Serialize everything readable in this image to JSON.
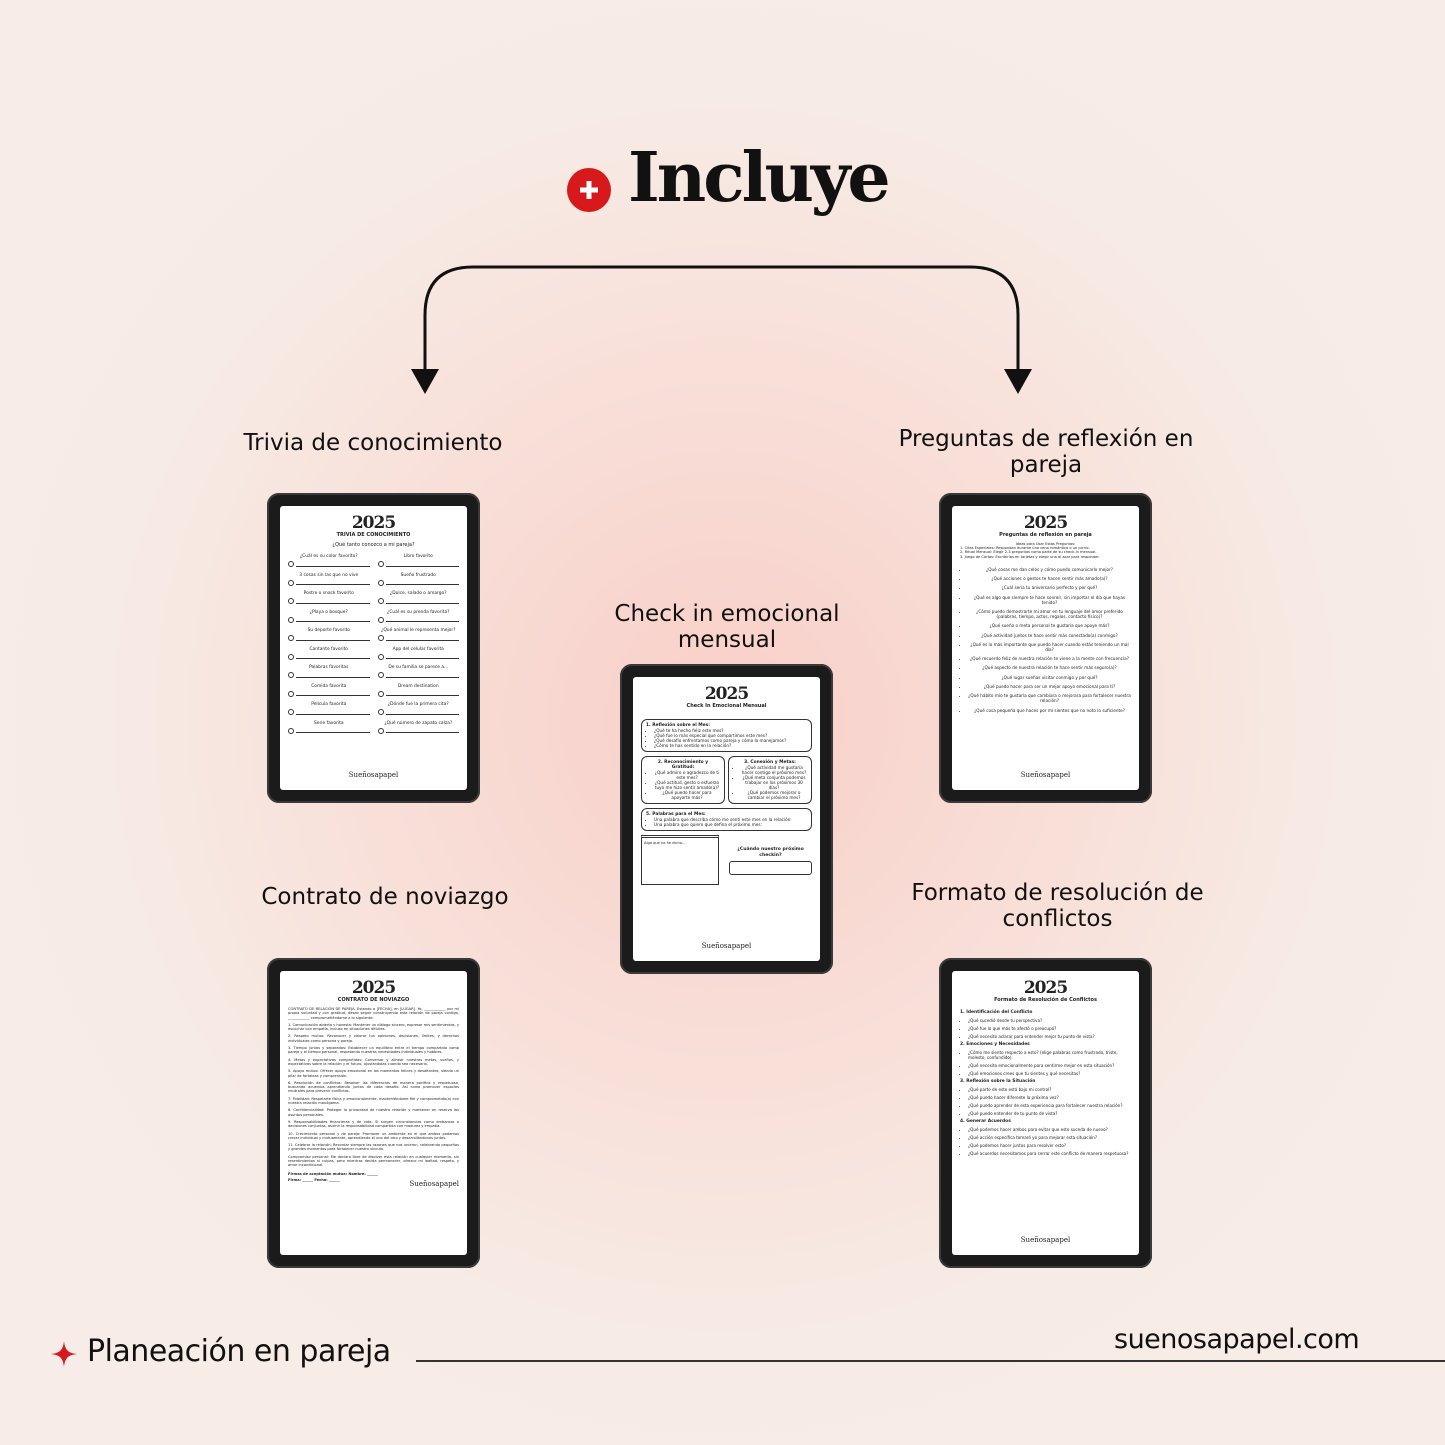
{
  "header": {
    "title": "Incluye",
    "icon": "plus-circle-icon",
    "accent": "#d7191c"
  },
  "sections": {
    "trivia": {
      "title": "Trivia de conocimiento",
      "year": "2025",
      "doc_title": "TRIVIA DE CONOCIMIENTO",
      "subtitle": "¿Qué tanto conozco a mi pareja?",
      "brand": "Sueñosapapel",
      "items": [
        "¿Cuál es su color favorito?",
        "Libro favorito",
        "3 cosas sin las que no vive",
        "Sueño frustrado",
        "Postre o snack favorito",
        "¿Dulce, salado o amargo?",
        "¿Playa o bosque?",
        "¿Cuál es su prenda favorita?",
        "Su deporte favorito",
        "¿Qué animal le representa mejor?",
        "Cantante favorito",
        "App del celular favorita",
        "Palabras favoritas",
        "De su familia se parece a...",
        "Comida favorita",
        "Dream destination",
        "Película favorita",
        "¿Dónde fue la primera cita?",
        "Serie favorita",
        "¿Qué número de zapato calza?"
      ]
    },
    "reflexion": {
      "title": "Preguntas de reflexión en pareja",
      "year": "2025",
      "doc_title": "Preguntas de reflexión en pareja",
      "brand": "Sueñosapapel",
      "intro": [
        "Ideas para Usar Estas Preguntas:",
        "1. Citas Especiales: Respondan durante una cena romántica o un picnic.",
        "2. Ritual Mensual: Elegir 2-3 preguntas como parte de su check-in mensual.",
        "3. Juego de Cartas: Escribirlas en tarjetas y elegir una al azar para responder."
      ],
      "questions": [
        "¿Qué cosas me dan celos y cómo puedo comunicarlo mejor?",
        "¿Qué acciones o gestos te hacen sentir más amado(a)?",
        "¿Cuál sería tu aniversario perfecto y por qué?",
        "¿Qué es algo que siempre te hace sonreír, sin importar el día que hayas tenido?",
        "¿Cómo puedo demostrarte mi amor en tu lenguaje del amor preferido (palabras, tiempo, actos, regalos, contacto físico)?",
        "¿Qué sueño o meta personal te gustaría que apoye más?",
        "¿Qué actividad juntos te hace sentir más conectado(a) conmigo?",
        "¿Qué es lo más importante que puedo hacer cuando estás teniendo un mal día?",
        "¿Qué recuerdo feliz de nuestra relación te viene a la mente con frecuencia?",
        "¿Qué aspecto de nuestra relación te hace sentir más seguro(a)?",
        "¿Qué lugar sueñas visitar conmigo y por qué?",
        "¿Qué puedo hacer para ser un mejor apoyo emocional para ti?",
        "¿Qué hábito mío te gustaría que cambiara o mejorara para fortalecer nuestra relación?",
        "¿Qué cosa pequeña que haces por mí sientes que no noto lo suficiente?"
      ]
    },
    "checkin": {
      "title": "Check in emocional mensual",
      "year": "2025",
      "doc_title": "Check In Emocional Mensual",
      "brand": "Sueñosapapel",
      "box1": {
        "heading": "1. Reflexión sobre el Mes:",
        "items": [
          "¿Qué te ha hecho feliz este mes?",
          "¿Qué fue lo más especial que compartimos este mes?",
          "¿Qué desafío enfrentamos como pareja y cómo lo manejamos?",
          "¿Cómo te has sentido en la relación?"
        ]
      },
      "box2": {
        "heading": "2. Reconocimiento y Gratitud:",
        "items": [
          "¿Qué admiro o agradezco de ti este mes?",
          "¿Qué actitud, gesto o esfuerzo tuyo me hizo sentir amado(a)?",
          "¿Qué puedo hacer para apoyarte más?"
        ]
      },
      "box3": {
        "heading": "3. Conexión y Metas:",
        "items": [
          "¿Qué actividad me gustaría hacer contigo el próximo mes?",
          "¿Qué meta conjunta podemos trabajar en los próximos 30 días?",
          "¿Qué podemos mejorar o cambiar el próximo mes?"
        ]
      },
      "box4": {
        "heading": "5. Palabras para el Mes:",
        "items": [
          "Una palabra que describa cómo me sentí este mes en la relación:",
          "Una palabra que quiero que defina el próximo mes:"
        ]
      },
      "note": "Algo que no he dicho...",
      "next": "¿Cuándo nuestro próximo checkin?"
    },
    "contrato": {
      "title": "Contrato de noviazgo",
      "year": "2025",
      "doc_title": "CONTRATO DE NOVIAZGO",
      "brand": "Sueñosapapel",
      "paragraphs": [
        "CONTRATO DE RELACIÓN DE PAREJA. Estando a [FECHA], en [LUGAR]. Yo, ____________ por mi propia voluntad y con gratitud, deseo seguir construyendo esta relación de pareja contigo, ____________ comprometiéndome a lo siguiente:",
        "1. Comunicación abierta y honesta: Mantener un diálogo sincero, expresar mis sentimientos, y escuchar con empatía, incluso en situaciones difíciles.",
        "2. Respeto mutuo: Reconocer y valorar tus opiniones, decisiones, límites, y derechos individuales como persona y pareja.",
        "3. Tiempo juntos y separados: Establecer un equilibrio entre el tiempo compartido como pareja y el tiempo personal, respetando nuestras necesidades individuales y hobbies.",
        "4. Metas y expectativas compartidas: Conversar y alinear nuestras metas, sueños, y expectativas sobre la relación y el futuro, ajustándolas cuando sea necesario.",
        "5. Apoyo mutuo: Ofrecer apoyo emocional en los momentos felices y desafiantes, siendo un pilar de fortaleza y comprensión.",
        "6. Resolución de conflictos: Resolver las diferencias de manera pacífica y respetuosa, buscando acuerdos aprendiendo juntos de cada desafío. Así como promover espacios neutrales para prevenir conflictos.",
        "7. Fidelidad: Respetarte física y emocionalmente, manteniéndome fiel y comprometido(a) con nuestra relación monógama.",
        "8. Confidencialidad: Proteger la privacidad de nuestra relación y mantener en reserva los asuntos personales.",
        "9. Responsabilidades financieras y de vida: Si surgen circunstancias como embarazo o decisiones conjuntas, asumir la responsabilidad compartida con madurez y empatía.",
        "10. Crecimiento personal y de pareja: Promover un ambiente en el que ambos podamos crecer individual y mutuamente, aprendiendo el uno del otro y desarrollándonos juntos.",
        "11. Celebrar la relación: Recordar siempre las razones que nos unieron, celebrando pequeñas y grandes momentos para fortalecer nuestro vínculo.",
        "Compromiso personal: Me declaro libre de disolver esta relación en cualquier momento, sin resentimientos ni culpas, pero mientras decida permanecer, ofrezco mi lealtad, respeto, y amor incondicional."
      ],
      "signatures": "Firmas de aceptación mutua: Nombre: ______ Firma: ______ Fecha: ______"
    },
    "conflictos": {
      "title": "Formato de resolución de conflictos",
      "year": "2025",
      "doc_title": "Formato de Resolución de Conflictos",
      "brand": "Sueñosapapel",
      "groups": [
        {
          "heading": "1. Identificación del Conflicto",
          "items": [
            "¿Qué sucedió desde tu perspectiva?",
            "¿Qué fue lo que más te afectó o preocupó?",
            "¿Qué necesito aclarar para entender mejor tu punto de vista?"
          ]
        },
        {
          "heading": "2. Emociones y Necesidades",
          "items": [
            "¿Cómo me siento respecto a esto? (elige palabras como frustrado, triste, molesto, confundido).",
            "¿Qué necesito emocionalmente para sentirme mejor en esta situación?",
            "¿Qué emociones crees que tú sientes y qué necesitas?"
          ]
        },
        {
          "heading": "3. Reflexión sobre la Situación",
          "items": [
            "¿Qué parte de esto está bajo mi control?",
            "¿Qué puedo hacer diferente la próxima vez?",
            "¿Qué puedo aprender de esta experiencia para fortalecer nuestra relación?",
            "¿Qué puedo entender de tu punto de vista?"
          ]
        },
        {
          "heading": "4. Generar Acuerdos",
          "items": [
            "¿Qué podemos hacer ambos para evitar que esto suceda de nuevo?",
            "¿Qué acción específica tomaré yo para mejorar esta situación?",
            "¿Qué podemos hacer juntos para resolver esto?",
            "¿Qué acuerdos necesitamos para cerrar este conflicto de manera respetuosa?"
          ]
        }
      ]
    }
  },
  "footer": {
    "label": "Planeación en pareja",
    "website": "suenosapapel.com",
    "icon": "sparkle-icon"
  }
}
